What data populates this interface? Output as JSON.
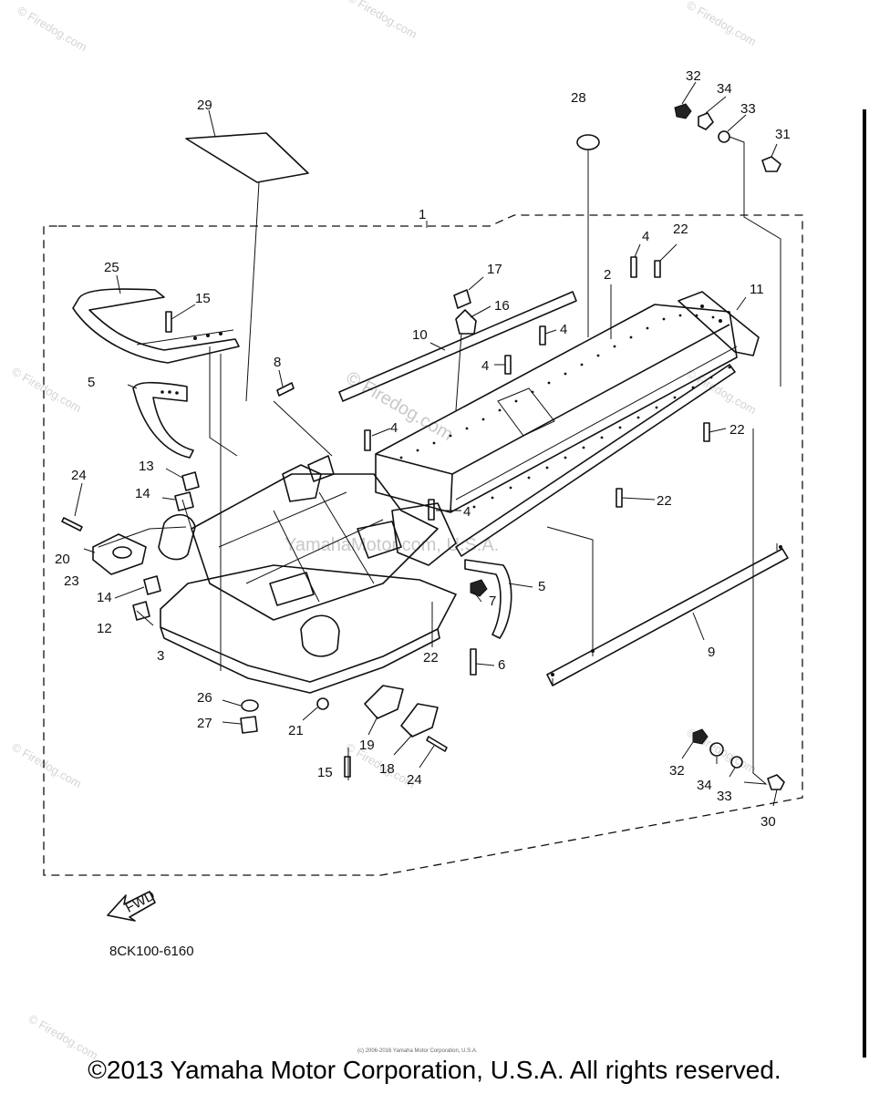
{
  "watermarks": [
    "© Firedog.com",
    "© Firedog.com",
    "© Firedog.com",
    "© Firedog.com",
    "© Firedog.com",
    "© Firedog.com",
    "© Firedog.com",
    "© Firedog.com",
    "© Firedog.com"
  ],
  "center_watermark": "© Firedog.com",
  "yamaha_watermark": "YamahaMotor.com, U.S.A.",
  "callouts": [
    "1",
    "2",
    "3",
    "4",
    "4",
    "4",
    "4",
    "4",
    "5",
    "5",
    "6",
    "7",
    "8",
    "9",
    "10",
    "11",
    "12",
    "13",
    "14",
    "14",
    "15",
    "15",
    "16",
    "17",
    "18",
    "19",
    "20",
    "21",
    "22",
    "22",
    "22",
    "22",
    "23",
    "24",
    "24",
    "25",
    "26",
    "27",
    "28",
    "29",
    "30",
    "31",
    "32",
    "32",
    "33",
    "33",
    "34",
    "34"
  ],
  "fwd_label": "FWD",
  "diagram_code": "8CK100-6160",
  "tiny_note": "(c) 2006-2016 Yamaha Motor Corporation, U.S.A.",
  "footer": "©2013 Yamaha Motor Corporation, U.S.A. All rights reserved."
}
